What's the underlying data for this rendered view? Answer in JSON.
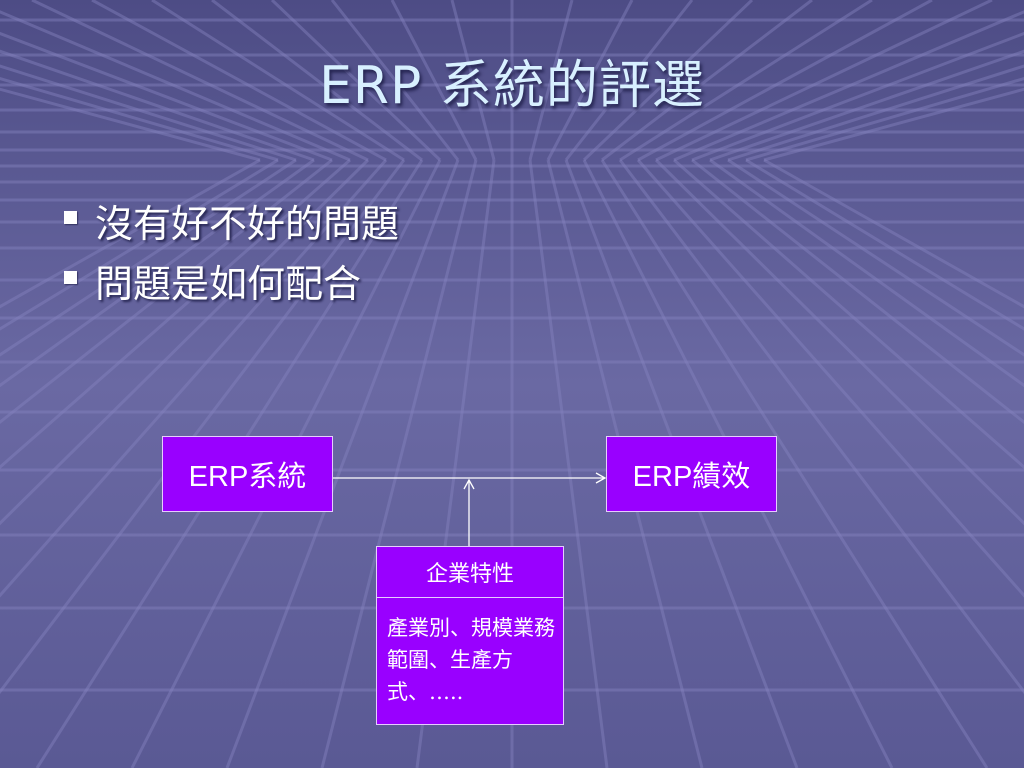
{
  "slide": {
    "title": "ERP 系統的評選",
    "bullets": [
      "沒有好不好的問題",
      "問題是如何配合"
    ]
  },
  "diagram": {
    "nodes": {
      "erp_system": "ERP系統",
      "erp_performance": "ERP績效",
      "enterprise_traits": {
        "header": "企業特性",
        "body": "產業別、規模業務範圍、生產方式、….."
      }
    },
    "edges": [
      {
        "from": "erp_system",
        "to": "erp_performance",
        "arrow": "end"
      },
      {
        "from": "enterprise_traits",
        "to": "erp_system-erp_performance-edge",
        "arrow": "end"
      }
    ]
  },
  "colors": {
    "background": "#5b5a92",
    "title_text": "#d8f0ff",
    "box_fill": "#9900ff",
    "box_border": "#e6ccff",
    "connector": "#ffffff"
  }
}
